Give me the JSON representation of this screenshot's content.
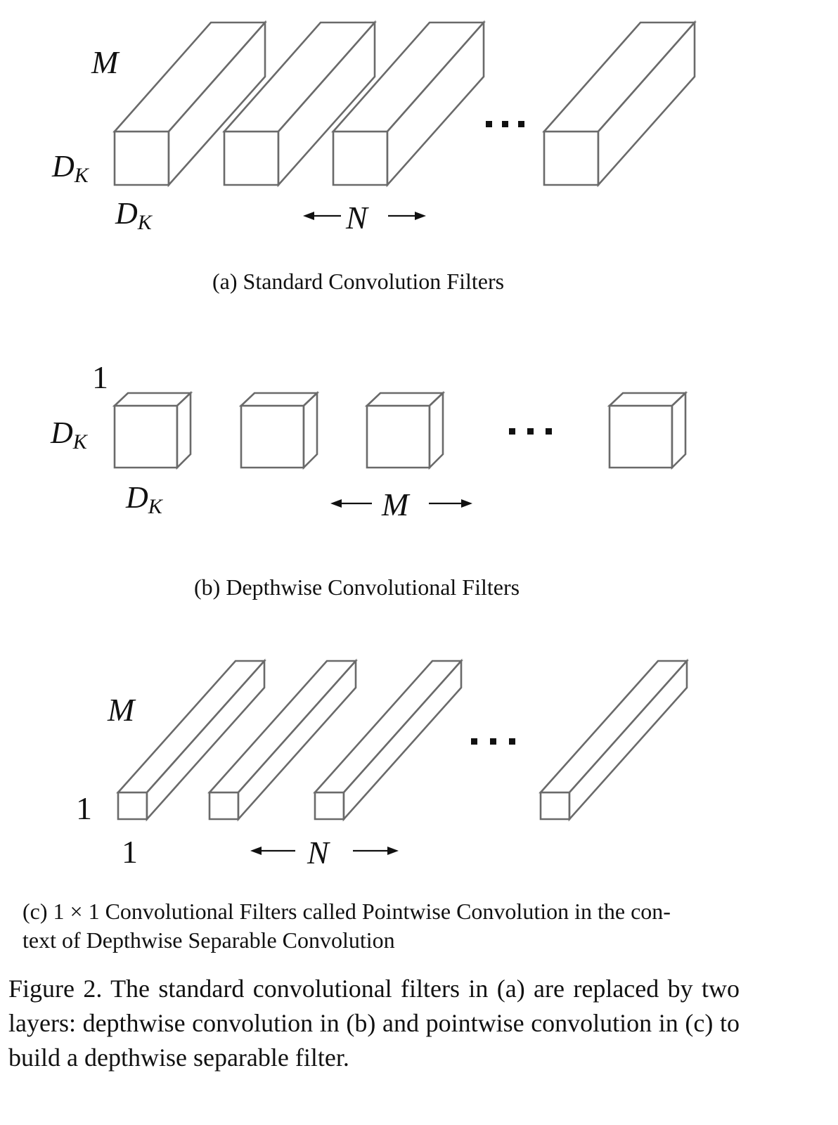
{
  "panel_a": {
    "label_depth": "M",
    "label_height_main": "D",
    "label_height_sub": "K",
    "label_width_main": "D",
    "label_width_sub": "K",
    "label_count": "N",
    "ellipsis": "...",
    "caption": "(a)  Standard Convolution Filters"
  },
  "panel_b": {
    "label_depth": "1",
    "label_height_main": "D",
    "label_height_sub": "K",
    "label_width_main": "D",
    "label_width_sub": "K",
    "label_count": "M",
    "ellipsis": "...",
    "caption": "(b)  Depthwise Convolutional Filters"
  },
  "panel_c": {
    "label_depth": "M",
    "label_height": "1",
    "label_width": "1",
    "label_count": "N",
    "ellipsis": "...",
    "caption_line1": "(c)  1 × 1 Convolutional Filters called Pointwise Convolution in the con-",
    "caption_line2": "text of Depthwise Separable Convolution"
  },
  "figure_caption": "Figure 2. The standard convolutional filters in (a) are replaced by two layers: depthwise convolution in (b) and pointwise convolution in (c) to build a depthwise separable filter."
}
